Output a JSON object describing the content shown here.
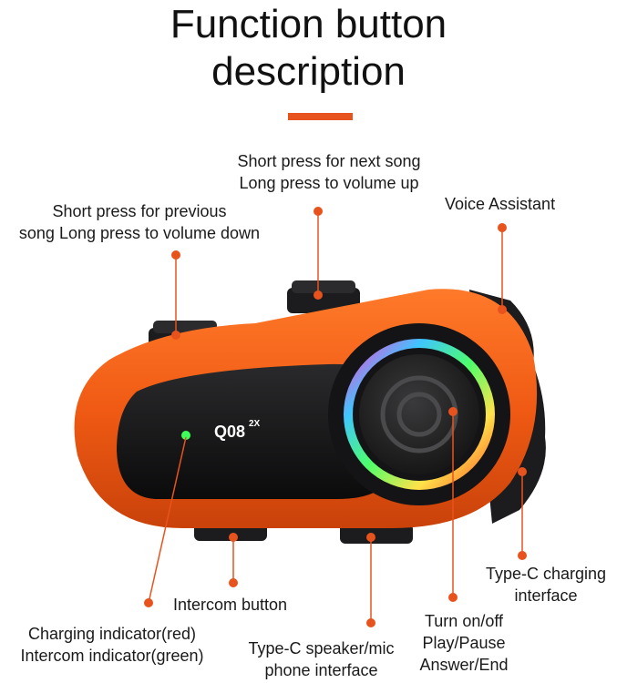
{
  "title": {
    "line1": "Function button",
    "line2": "description"
  },
  "device": {
    "model": "Q08",
    "model_sup": "2X"
  },
  "colors": {
    "accent": "#e8531d",
    "body_orange": "#f26a1f",
    "leader": "#e8531d"
  },
  "labels": {
    "next_song": "Short press for next song\nLong press to volume up",
    "prev_song": "Short press for previous\nsong Long press to volume down",
    "voice_assistant": "Voice Assistant",
    "typec_charging": "Type-C charging\ninterface",
    "intercom_button": "Intercom button",
    "indicator": "Charging indicator(red)\nIntercom indicator(green)",
    "typec_speaker": "Type-C speaker/mic\nphone interface",
    "power": "Turn on/off\nPlay/Pause\nAnswer/End"
  }
}
